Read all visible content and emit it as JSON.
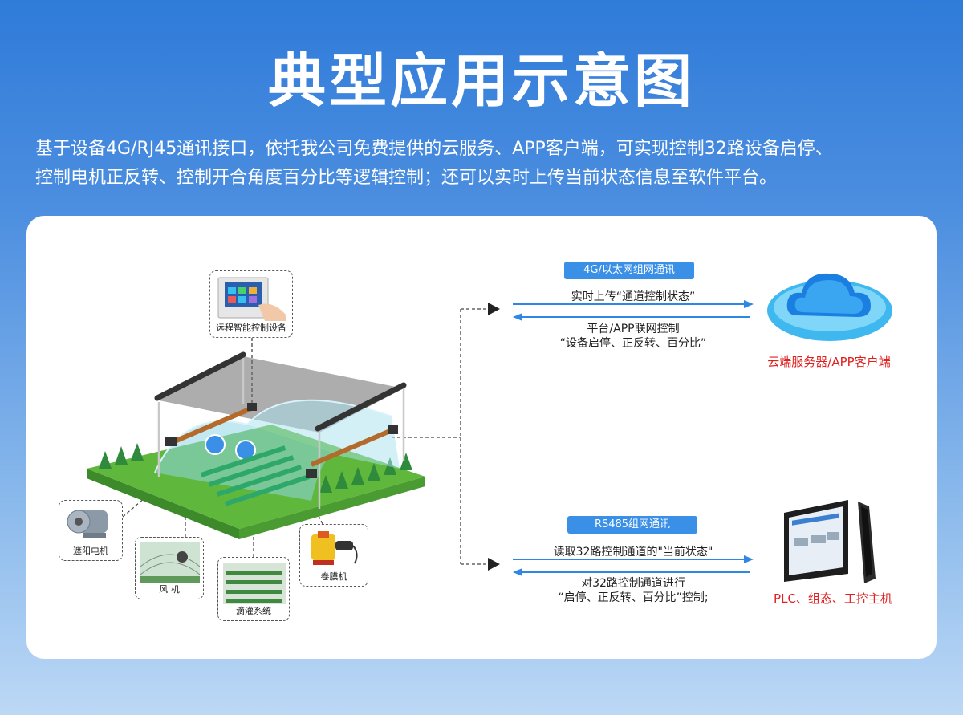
{
  "title": "典型应用示意图",
  "description": {
    "line1": "基于设备4G/RJ45通讯接口，依托我公司免费提供的云服务、APP客户端，可实现控制32路设备启停、",
    "line2": "控制电机正反转、控制开合角度百分比等逻辑控制；还可以实时上传当前状态信息至软件平台。"
  },
  "device": {
    "label": "远程智能控制设备"
  },
  "components": {
    "motor": "遮阳电机",
    "fan": "风 机",
    "drip": "滴灌系统",
    "roller": "卷膜机"
  },
  "top_link": {
    "tag": "4G/以太网组网通讯",
    "upload": "实时上传“通道控制状态”",
    "control_line1": "平台/APP联网控制",
    "control_line2": "“设备启停、正反转、百分比”",
    "target": "云端服务器/APP客户端"
  },
  "bottom_link": {
    "tag": "RS485组网通讯",
    "read": "读取32路控制通道的\"当前状态\"",
    "control_line1": "对32路控制通道进行",
    "control_line2": "“启停、正反转、百分比”控制;",
    "target": "PLC、组态、工控主机"
  },
  "colors": {
    "accent": "#3a8fe6",
    "highlight": "#e01f1f",
    "background_top": "#2f7bd9"
  }
}
